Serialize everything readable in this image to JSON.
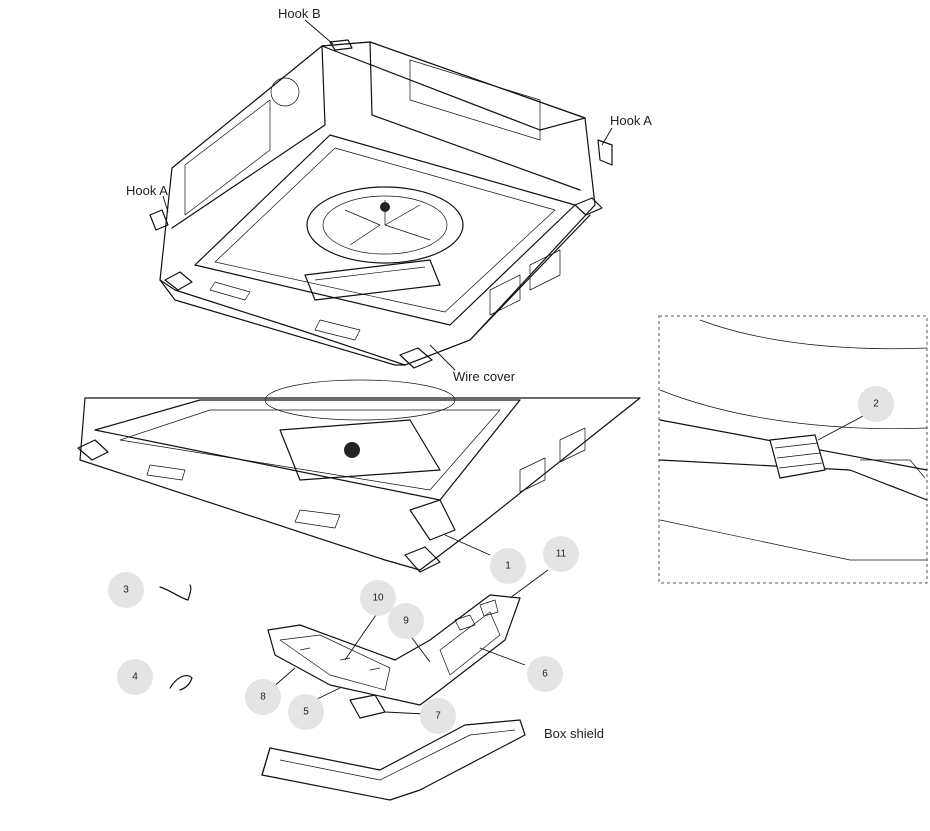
{
  "labels": {
    "hook_b": "Hook B",
    "hook_a_left": "Hook A",
    "hook_a_right": "Hook A",
    "wire_cover": "Wire cover",
    "box_shield": "Box shield"
  },
  "callouts": {
    "c1": "1",
    "c2": "2",
    "c3": "3",
    "c4": "4",
    "c5": "5",
    "c6": "6",
    "c7": "7",
    "c8": "8",
    "c9": "9",
    "c10": "10",
    "c11": "11"
  },
  "colors": {
    "line": "#111111",
    "badge": "#e4e4e4",
    "background": "#ffffff"
  }
}
